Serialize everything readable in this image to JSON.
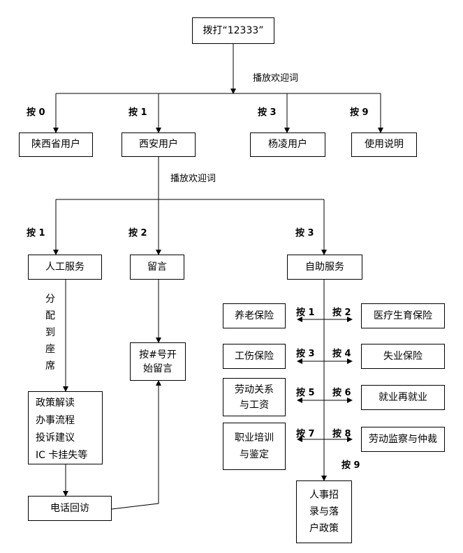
{
  "nodes": {
    "dial": "拨打“12333”",
    "shaanxi_users": "陕西省用户",
    "xian_users": "西安用户",
    "yangling_users": "杨凌用户",
    "instructions": "使用说明",
    "manual_service": "人工服务",
    "voicemail": "留言",
    "self_service": "自助服务",
    "press_hash": "按#号开\n始留言",
    "topics": "政策解读\n办事流程\n投诉建议\nIC 卡挂失等",
    "callback": "电话回访",
    "pension": "养老保险",
    "medical": "医疗生育保险",
    "injury": "工伤保险",
    "unemployment": "失业保险",
    "labor_relations": "劳动关系\n与工资",
    "employment": "就业再就业",
    "training": "职业培训\n与鉴定",
    "supervision": "劳动监察与仲裁",
    "personnel": "人事招\n录与落\n户政策"
  },
  "labels": {
    "welcome_1": "播放欢迎词",
    "welcome_2": "播放欢迎词",
    "press_0": "按 0",
    "press_1_top": "按 1",
    "press_3_top": "按 3",
    "press_9_top": "按 9",
    "press_1_mid": "按 1",
    "press_2_mid": "按 2",
    "press_3_mid": "按 3",
    "press_1": "按 1",
    "press_2": "按 2",
    "press_3": "按 3",
    "press_4": "按 4",
    "press_5": "按 5",
    "press_6": "按 6",
    "press_7": "按 7",
    "press_8": "按 8",
    "press_9": "按 9",
    "assign_chars": [
      "分",
      "配",
      "到",
      "座",
      "席"
    ]
  }
}
